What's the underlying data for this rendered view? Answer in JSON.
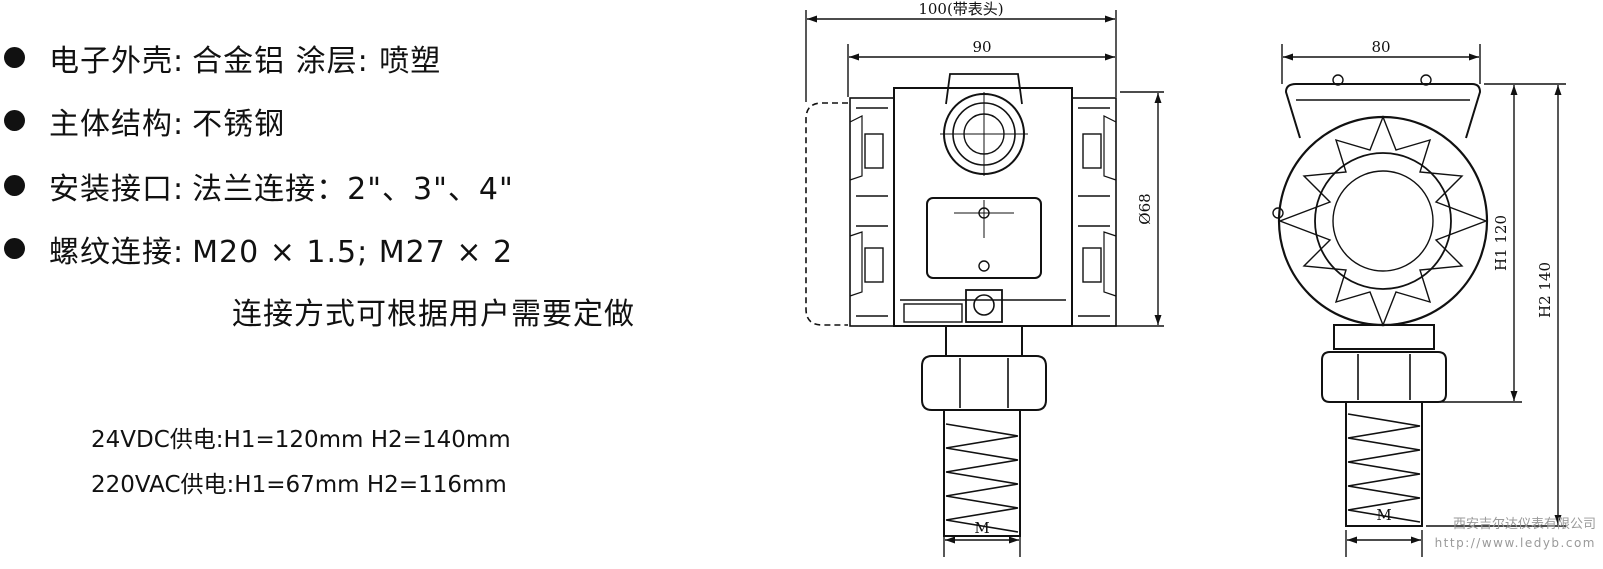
{
  "specs": [
    {
      "label": "电子外壳:",
      "value": "合金铝  涂层: 喷塑"
    },
    {
      "label": "主体结构:",
      "value": "不锈钢"
    },
    {
      "label": "安装接口:",
      "value": "法兰连接：2\"、3\"、4\""
    },
    {
      "label": "螺纹连接:",
      "value": "M20 × 1.5;  M27 × 2"
    }
  ],
  "spec_note": "连接方式可根据用户需要定做",
  "power": [
    "24VDC供电:H1=120mm H2=140mm",
    "220VAC供电:H1=67mm H2=116mm"
  ],
  "dims": {
    "width_with_head": "100(带表头)",
    "width_front": "90",
    "diameter": "Ø68",
    "thread_front": "M",
    "width_side": "80",
    "h1": "H1 120",
    "h2": "H2 140",
    "thread_side": "M"
  },
  "watermark": {
    "company": "西安吉尔达仪表有限公司",
    "url": "http://www.ledyb.com"
  }
}
